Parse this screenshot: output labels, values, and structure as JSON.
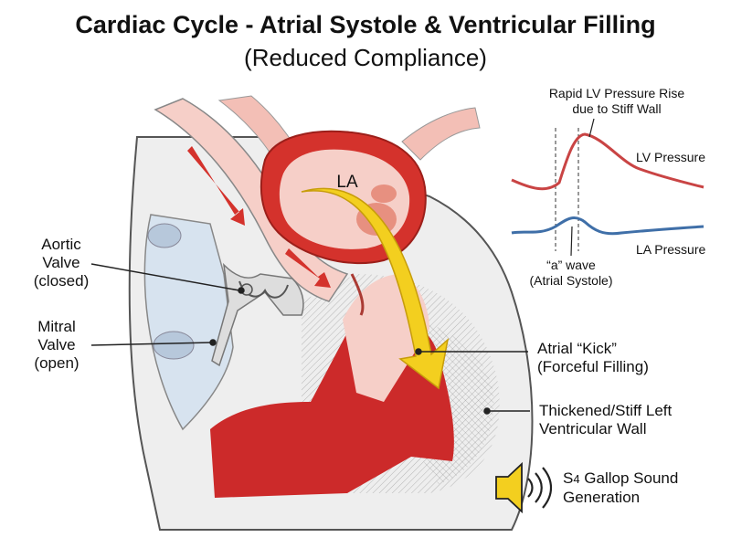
{
  "title": "Cardiac Cycle - Atrial Systole & Ventricular Filling",
  "subtitle": "(Reduced Compliance)",
  "chamber_label": "LA",
  "labels": {
    "aortic_valve": [
      "Aortic",
      "Valve",
      "(closed)"
    ],
    "mitral_valve": [
      "Mitral",
      "Valve",
      "(open)"
    ],
    "atrial_kick": [
      "Atrial “Kick”",
      "(Forceful Filling)"
    ],
    "wall": [
      "Thickened/Stiff Left",
      "Ventricular Wall"
    ],
    "sound_s": "S",
    "sound_sub": "4",
    "sound_line1_rest": " Gallop Sound",
    "sound_line2": "Generation"
  },
  "graph": {
    "rise_label": [
      "Rapid LV Pressure Rise",
      "due to Stiff Wall"
    ],
    "lv_label": "LV Pressure",
    "la_label": "LA Pressure",
    "a_wave_label": [
      "“a” wave",
      "(Atrial Systole)"
    ]
  },
  "colors": {
    "myocardium": "#d4322c",
    "blood_light": "#f6cfc8",
    "lv_curve": "#c94444",
    "la_curve": "#3f6fa8",
    "arrow_yellow": "#f3cf1f",
    "right_side": "#d7e3ef"
  }
}
